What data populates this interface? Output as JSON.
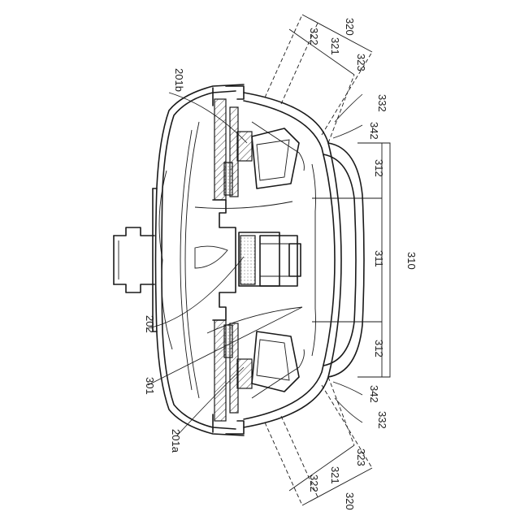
{
  "labels": {
    "l320_top": "320",
    "l322_top": "322",
    "l321_top": "321",
    "l323_top": "323",
    "l332_top": "332",
    "l342_top": "342",
    "l201b": "201b",
    "l312_top": "312",
    "l311": "311",
    "l310": "310",
    "l312_bot": "312",
    "l202": "202",
    "l301": "301",
    "l342_bot": "342",
    "l332_bot": "332",
    "l201a": "201a",
    "l323_bot": "323",
    "l321_bot": "321",
    "l322_bot": "322",
    "l320_bot": "320"
  }
}
